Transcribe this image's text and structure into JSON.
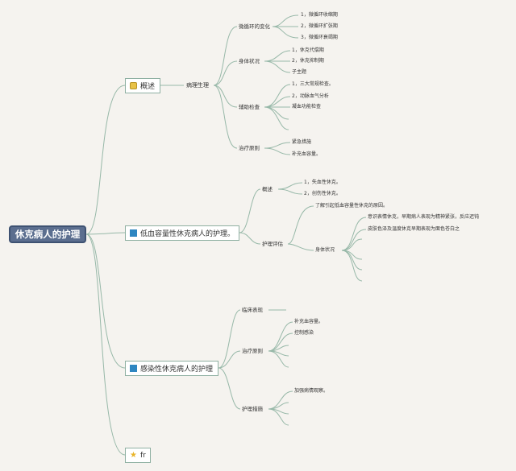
{
  "root": "休克病人的护理",
  "branches": {
    "overview": {
      "label": "概述",
      "icon": "package-icon",
      "patho": {
        "label": "病理生理",
        "micro": {
          "label": "微循环的变化",
          "items": [
            "1，微循环收缩期",
            "2，微循环扩张期",
            "3，微循环衰竭期"
          ]
        },
        "body": {
          "label": "身体状况",
          "items": [
            "1，休克代偿期",
            "2，休克抑制期",
            "子主题"
          ]
        },
        "aux": {
          "label": "辅助检查",
          "items": [
            "1，三大常规检查。",
            "2，动脉血气分析",
            "凝血功能检查"
          ]
        },
        "treat": {
          "label": "治疗原则",
          "items": [
            "紧急措施",
            "补充血容量。"
          ]
        }
      }
    },
    "hypo": {
      "label": "低血容量性休克病人的护理。",
      "icon": "flag-icon",
      "overview": {
        "label": "概述",
        "items": [
          "1，失血性休克。",
          "2，创伤性休克。"
        ]
      },
      "assess": {
        "label": "护理评估",
        "cause": "了解引起低血容量性休克的原因。",
        "body": {
          "label": "身体状况",
          "items": [
            "意识表情休克，早期病人表现为精神紧张，反应迟钝",
            "皮肤色泽及温度休克早期表现为面色苍白之"
          ]
        }
      }
    },
    "septic": {
      "label": "感染性休克病人的护理",
      "icon": "flag-icon",
      "clinical": {
        "label": "临床表现"
      },
      "treat": {
        "label": "治疗原则",
        "items": [
          "补充血容量。",
          "控制感染"
        ]
      },
      "nursing": {
        "label": "护理措施",
        "items": [
          "加强病情观察。"
        ]
      }
    },
    "fr": {
      "label": "fr",
      "icon": "star-icon"
    }
  },
  "colors": {
    "line": "#97b8a8",
    "root_bg": "#5b6e8f",
    "flag": "#2e86c1"
  }
}
